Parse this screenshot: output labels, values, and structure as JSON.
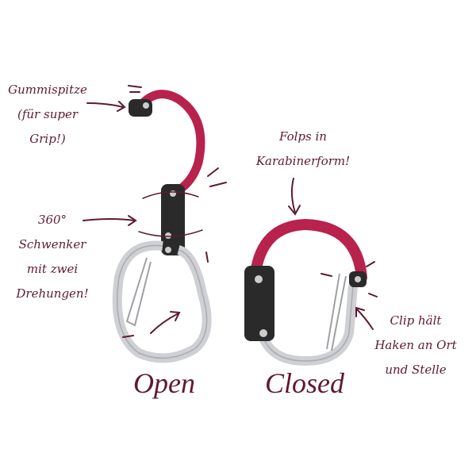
{
  "annotations": {
    "tip": [
      "Gummispitze",
      "(für super",
      "Grip!)"
    ],
    "fold": [
      "Folps in",
      "Karabinerform!"
    ],
    "swivel": [
      "360°",
      "Schwenker",
      "mit zwei",
      "Drehungen!"
    ],
    "clip": [
      "Clip hält",
      "Haken an Ort",
      "und Stelle"
    ]
  },
  "labels": {
    "open": "Open",
    "closed": "Closed"
  },
  "colors": {
    "text": "#5e1a30",
    "hook": "#b8224d",
    "joint": "#2a2a2a",
    "silver": "#d9dadc"
  }
}
